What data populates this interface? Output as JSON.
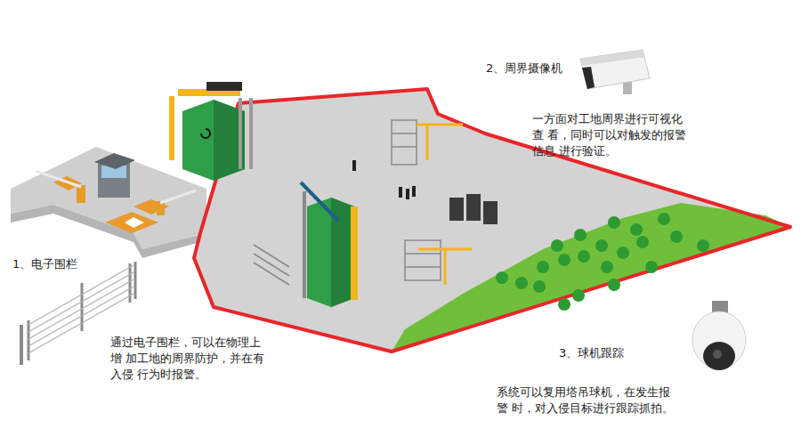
{
  "diagram": {
    "labels": [
      "1、电子围栏",
      "通过电子围栏，可以在物理上增 加工地的周界防护，并在有入侵 行为时报警。",
      "2、周界摄像机",
      "一方面对工地周界进行可视化查 看，同时可以对触发的报警信息 进行验证。",
      "3、球机跟踪",
      "系统可以复用塔吊球机，在发生报警 时，对入侵目标进行跟踪抓拍。"
    ]
  }
}
